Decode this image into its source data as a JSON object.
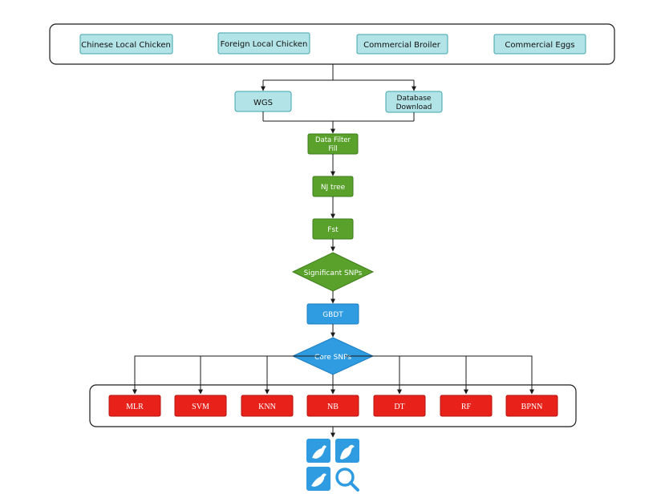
{
  "breeds": [
    "Chinese Local Chicken",
    "Foreign Local Chicken",
    "Commercial Broiler",
    "Commercial Eggs"
  ],
  "sources": {
    "wgs": "WGS",
    "database": [
      "Database",
      "Download"
    ]
  },
  "pipeline": {
    "filter": [
      "Data Filter",
      "Fill"
    ],
    "nj_tree": "NJ tree",
    "fst": "Fst",
    "significant_snps": "Significant SNPs",
    "gbdt": "GBDT",
    "core_snps": "Core SNPs"
  },
  "models": [
    "MLR",
    "SVM",
    "KNN",
    "NB",
    "DT",
    "RF",
    "BPNN"
  ],
  "result_icon": "chicken-classification-search-icon",
  "colors": {
    "light_cyan": "#b2e3e6",
    "cyan_stroke": "#3fa6ac",
    "green": "#5aa12b",
    "green_stroke": "#3f7d1c",
    "blue": "#2f9be0",
    "blue_stroke": "#1f7fc0",
    "red": "#e8221b",
    "red_stroke": "#b5140f",
    "line": "#1a1a1a"
  }
}
